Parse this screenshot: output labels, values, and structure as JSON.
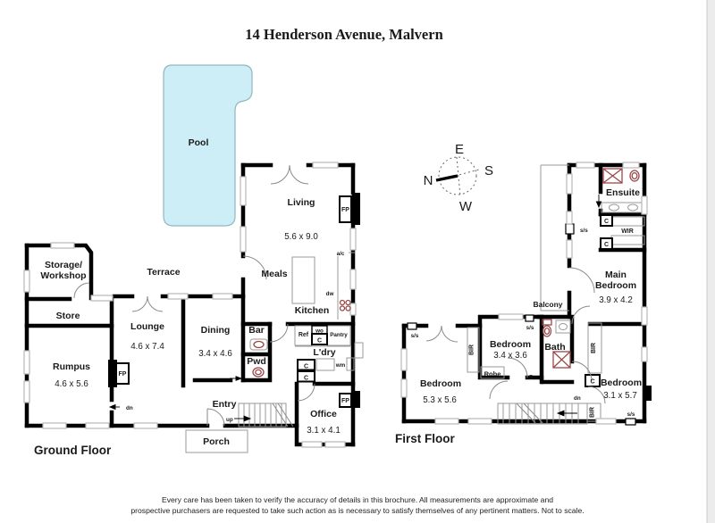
{
  "title": "14 Henderson Avenue, Malvern",
  "compass": {
    "n": "N",
    "e": "E",
    "s": "S",
    "w": "W"
  },
  "ground_floor": {
    "name": "Ground Floor",
    "pool": "Pool",
    "terrace": "Terrace",
    "storage_line1": "Storage/",
    "storage_line2": "Workshop",
    "store": "Store",
    "rumpus": {
      "label": "Rumpus",
      "dims": "4.6 x 5.6"
    },
    "lounge": {
      "label": "Lounge",
      "dims": "4.6 x 7.4"
    },
    "dining": {
      "label": "Dining",
      "dims": "3.4 x 4.6"
    },
    "living": {
      "label": "Living",
      "dims": "5.6 x 9.0"
    },
    "meals": "Meals",
    "kitchen": "Kitchen",
    "bar": "Bar",
    "pwd": "Pwd",
    "ldry": "L'dry",
    "entry": "Entry",
    "porch": "Porch",
    "office": {
      "label": "Office",
      "dims": "3.1 x 4.1"
    }
  },
  "first_floor": {
    "name": "First Floor",
    "ensuite": "Ensuite",
    "wir": "WIR",
    "balcony": "Balcony",
    "main_bedroom": {
      "line1": "Main",
      "line2": "Bedroom",
      "dims": "3.9 x 4.2"
    },
    "bedroom1": {
      "label": "Bedroom",
      "dims": "5.3 x 5.6"
    },
    "bedroom2": {
      "label": "Bedroom",
      "dims": "3.4 x 3.6"
    },
    "bedroom3": {
      "label": "Bedroom",
      "dims": "3.1 x 5.7"
    },
    "bath": "Bath",
    "robe": "Robe"
  },
  "tags": {
    "fp": "FP",
    "ac": "a/c",
    "dw": "dw",
    "ref": "Ref",
    "wo": "wo",
    "pantry": "Pantry",
    "c": "C",
    "wm": "wm",
    "dn": "dn",
    "up": "up",
    "bir": "BIR",
    "ss": "s/s",
    "s": "S"
  },
  "footer": {
    "line1": "Every care has been taken to verify the accuracy of details in this brochure. All measurements are approximate and",
    "line2": "prospective purchasers are requested to take such action as is necessary to satisfy themselves of any pertinent matters. Not to scale."
  },
  "colors": {
    "pool_fill": "#cdeef6",
    "fixture": "#9a4848",
    "wall": "#000000"
  }
}
